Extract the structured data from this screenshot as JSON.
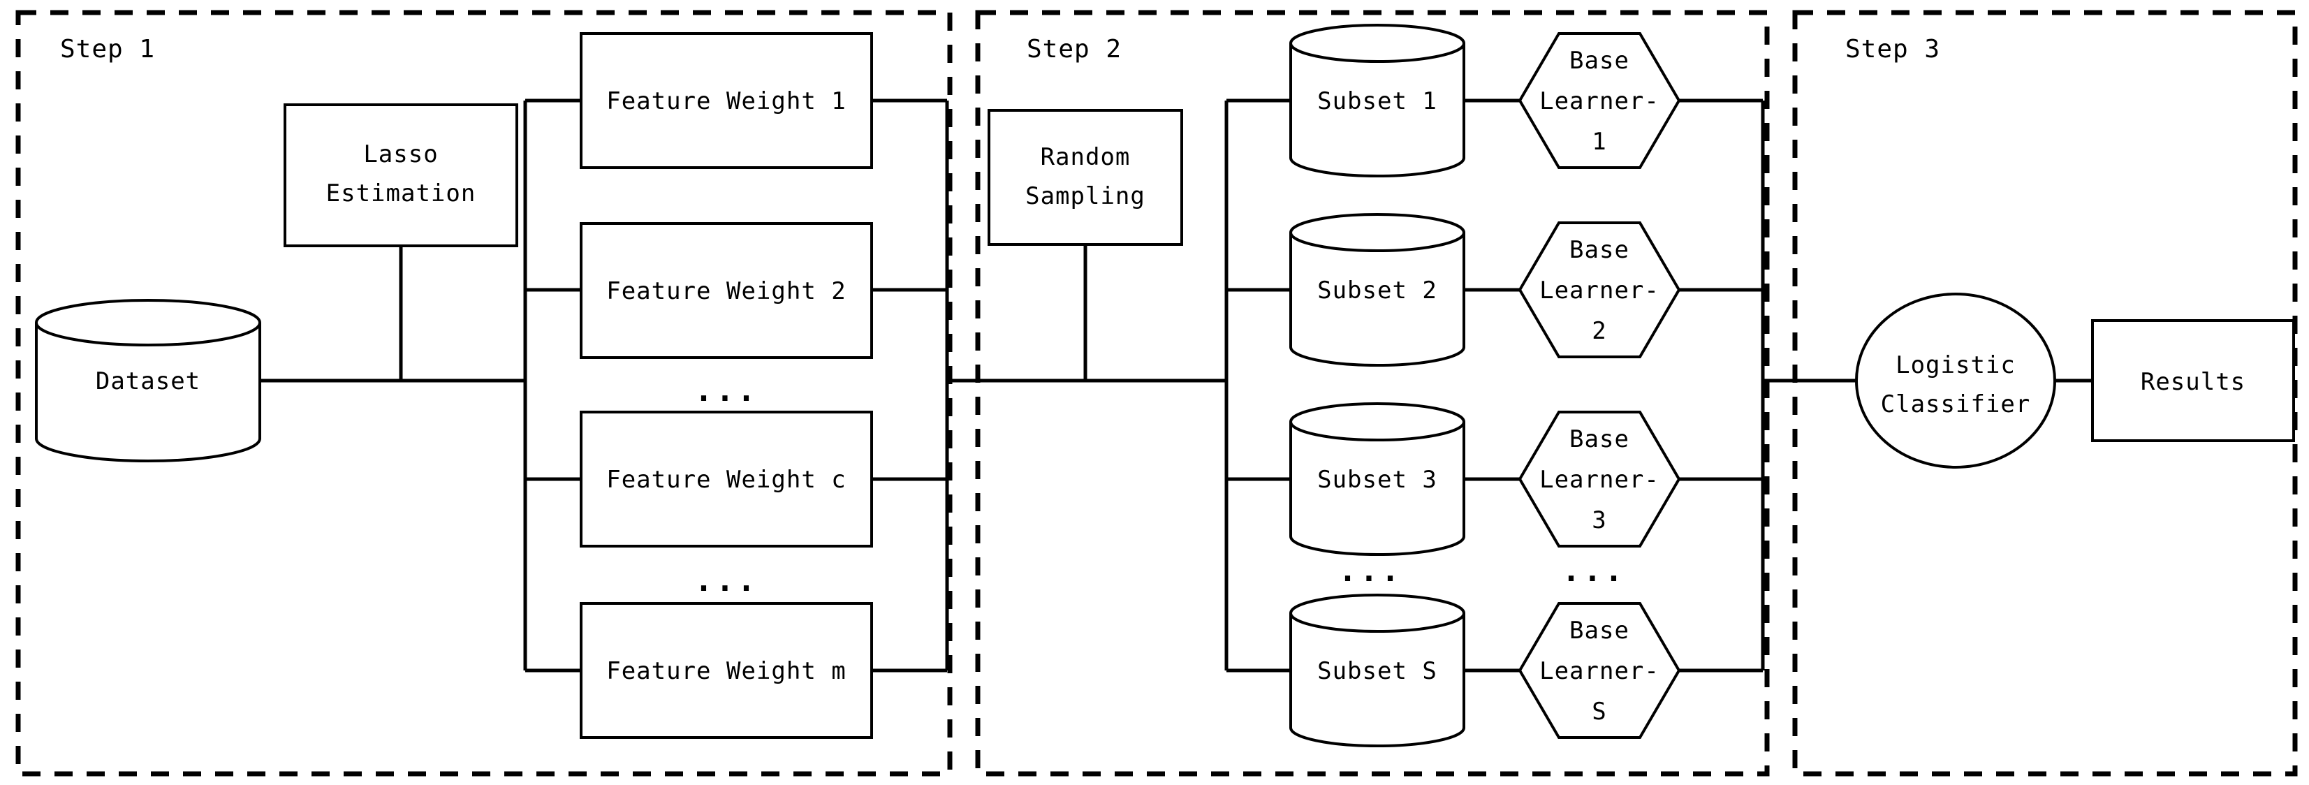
{
  "figure": {
    "type": "flowchart",
    "background_color": "#ffffff",
    "line_color": "#000000",
    "panel_border_style": "dashed"
  },
  "panels": [
    {
      "id": "step1",
      "label": "Step 1"
    },
    {
      "id": "step2",
      "label": "Step 2"
    },
    {
      "id": "step3",
      "label": "Step 3"
    }
  ],
  "nodes": {
    "dataset": {
      "label": "Dataset",
      "shape": "cylinder"
    },
    "lasso": {
      "line1": "Lasso",
      "line2": "Estimation",
      "shape": "rectangle"
    },
    "feature_weights": [
      {
        "label": "Feature Weight 1",
        "shape": "rectangle"
      },
      {
        "label": "Feature Weight 2",
        "shape": "rectangle"
      },
      {
        "label": "Feature Weight c",
        "shape": "rectangle"
      },
      {
        "label": "Feature Weight m",
        "shape": "rectangle"
      }
    ],
    "random_sampling": {
      "line1": "Random",
      "line2": "Sampling",
      "shape": "rectangle"
    },
    "subsets": [
      {
        "label": "Subset 1",
        "shape": "cylinder"
      },
      {
        "label": "Subset 2",
        "shape": "cylinder"
      },
      {
        "label": "Subset 3",
        "shape": "cylinder"
      },
      {
        "label": "Subset S",
        "shape": "cylinder"
      }
    ],
    "base_learners": [
      {
        "line1": "Base",
        "line2": "Learner-",
        "line3": "1",
        "shape": "hexagon"
      },
      {
        "line1": "Base",
        "line2": "Learner-",
        "line3": "2",
        "shape": "hexagon"
      },
      {
        "line1": "Base",
        "line2": "Learner-",
        "line3": "3",
        "shape": "hexagon"
      },
      {
        "line1": "Base",
        "line2": "Learner-",
        "line3": "S",
        "shape": "hexagon"
      }
    ],
    "logistic_classifier": {
      "line1": "Logistic",
      "line2": "Classifier",
      "shape": "ellipse"
    },
    "results": {
      "label": "Results",
      "shape": "rectangle"
    }
  },
  "ellipses_marks": {
    "step1_upper": "...",
    "step1_lower": "...",
    "step2_subset": "...",
    "step2_learner": "..."
  }
}
